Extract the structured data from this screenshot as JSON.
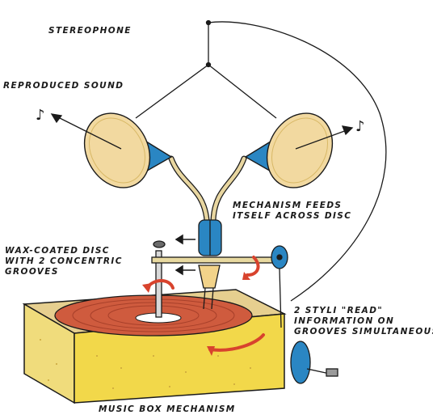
{
  "labels": {
    "title": "STEREOPHONE",
    "reproduced_sound": "REPRODUCED SOUND",
    "mechanism": [
      "MECHANISM FEEDS",
      "ITSELF ACROSS DISC"
    ],
    "wax_disc": [
      "WAX-COATED DISC",
      "WITH 2 CONCENTRIC",
      "GROOVES"
    ],
    "styli": [
      "2 STYLI \"READ\"",
      "INFORMATION ON",
      "GROOVES SIMULTANEOUSLY"
    ],
    "music_box": "MUSIC BOX MECHANISM"
  },
  "colors": {
    "box_top": "#e6cf8f",
    "box_front": "#f2d84a",
    "cone_outer": "#2a86c3",
    "cone_inner": "#f2d9a0",
    "disc": "#cf5b3e",
    "arrow_red": "#d8432d",
    "ink": "#1a1a1a"
  },
  "icons": [
    "music-note-icon",
    "music-note-icon",
    "red-curved-arrow-icon",
    "black-arrow-icon"
  ]
}
